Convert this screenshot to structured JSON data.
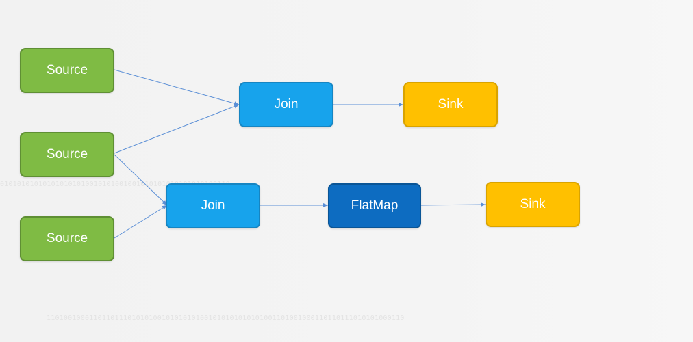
{
  "nodes": {
    "source_1": "Source",
    "source_2": "Source",
    "source_3": "Source",
    "join_1": "Join",
    "sink_1": "Sink",
    "join_2": "Join",
    "flatmap": "FlatMap",
    "sink_2": "Sink"
  },
  "watermark": {
    "line_1": "010101010101010101010010101001001010101010101010100110",
    "line_2": "110100100011011011101010100101010101001010101010101001101001000110110111010101000110"
  },
  "colors": {
    "source": "#7fbb44",
    "join": "#17a3ec",
    "flatmap": "#0d6cc1",
    "sink": "#ffc000",
    "edge": "#5b8fd6"
  }
}
